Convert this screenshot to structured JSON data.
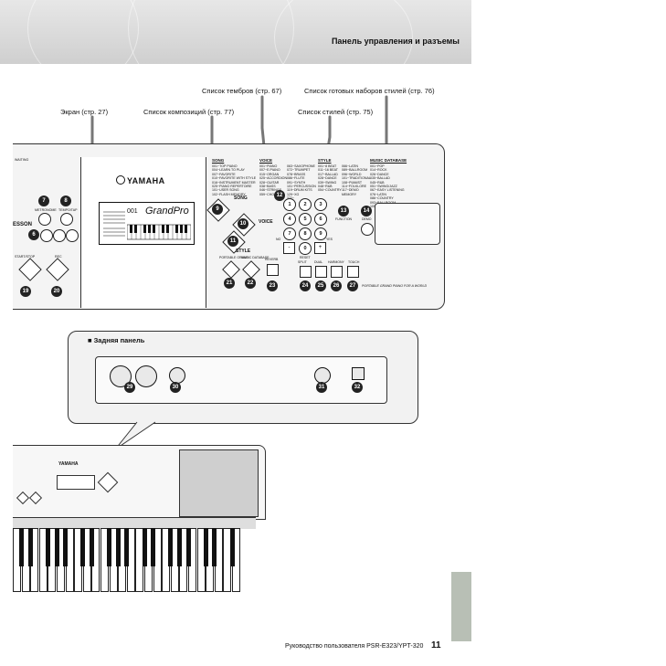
{
  "header": {
    "title": "Панель управления и разъемы"
  },
  "callouts": {
    "screen": "Экран (стр. 27)",
    "song_list": "Список композиций (стр. 77)",
    "voice_list": "Список тембров (стр. 67)",
    "style_list": "Список стилей (стр. 75)",
    "music_db": "Список готовых наборов стилей (стр. 76)"
  },
  "panel": {
    "brand": "YAMAHA",
    "display_brand": "GrandPro",
    "display_number": "001",
    "left_labels": {
      "waiting": "WAITING",
      "metronome": "METRONOME",
      "tempo_tap": "TEMPO/TAP",
      "lesson": "ESSON",
      "start_stop": "START/STOP",
      "rec": "REC"
    },
    "categories": {
      "song": "SONG",
      "voice": "VOICE",
      "style": "STYLE",
      "music_database": "MUSIC DATABASE"
    },
    "song_items": [
      "001~TOP PIANO",
      "004~LEARN TO PLAY",
      "007~FAVORITE",
      "010~FAVORITE WITH STYLE",
      "016~INSTRUMENT MASTER",
      "025~PIANO REPERTOIRE",
      "101~USER SONG",
      "102~FLASH MEMORY"
    ],
    "voice_items_a": [
      "001~PIANO",
      "007~E.PIANO",
      "015~ORGAN",
      "025~ACCORDION",
      "028~GUITAR",
      "038~BASS",
      "046~STRINGS",
      "059~CHOIR"
    ],
    "voice_items_b": [
      "063~SAXOPHONE",
      "072~TRUMPET",
      "078~BRASS",
      "086~FLUTE",
      "091~SYNTH",
      "101~PERCUSSION",
      "119~DRUM KITS",
      "129~XG",
      "372~"
    ],
    "style_items_a": [
      "001~8 BEAT",
      "011~16 BEAT",
      "017~BALLAD",
      "028~DANCE",
      "039~SWING",
      "048~R&B",
      "054~COUNTRY"
    ],
    "style_items_b": [
      "066~LATIN",
      "089~BALLROOM",
      "096~WORLD",
      "101~TRADITIONAL",
      "108~PIANIST",
      "114~FOLKLORE",
      "117~DEMO",
      "MEMORY"
    ],
    "db_items": [
      "001~POP",
      "014~ROCK",
      "026~DANCE",
      "035~BALLAD",
      "045~R&B",
      "051~SWING/JAZZ",
      "067~EASY LISTENING",
      "076~LATIN",
      "086~COUNTRY",
      "093~BALLROOM",
      "100~TRADITIONAL"
    ],
    "buttons": {
      "song": "SONG",
      "voice": "VOICE",
      "style": "STYLE",
      "function": "FUNCTION",
      "demo": "DEMO",
      "reverb": "REVERB",
      "dual": "DUAL",
      "harmony": "HARMONY",
      "touch": "TOUCH",
      "portable_grand": "PORTABLE GRAND",
      "music_database": "MUSIC DATABASE",
      "split": "SPLIT",
      "no": "NO",
      "yes": "YES",
      "reset": "RESET"
    },
    "numpad": [
      "1",
      "2",
      "3",
      "4",
      "5",
      "6",
      "7",
      "8",
      "9",
      "-",
      "0",
      "+"
    ],
    "badges": {
      "b7": "7",
      "b8": "8",
      "b6": "6",
      "b9": "9",
      "b10": "10",
      "b11": "11",
      "b12": "12",
      "b13": "13",
      "b14": "14",
      "b19": "19",
      "b20": "20",
      "b21": "21",
      "b22": "22",
      "b23": "23",
      "b24": "24",
      "b25": "25",
      "b26": "26",
      "b27": "27"
    },
    "footer_note": "PORTABLE GRAND PIANO FOR A WORLD"
  },
  "rear_panel": {
    "title": "■ Задняя панель",
    "badges": {
      "b29": "29",
      "b30": "30",
      "b31": "31",
      "b32": "32"
    }
  },
  "footer": {
    "manual": "Руководство пользователя PSR-E323/YPT-320",
    "page": "11"
  }
}
